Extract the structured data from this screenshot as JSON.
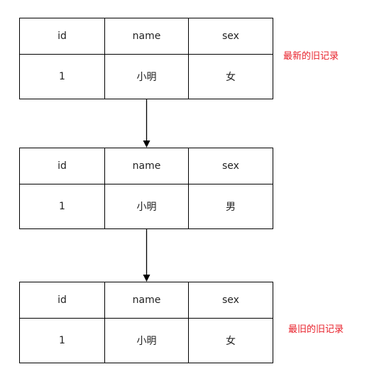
{
  "colors": {
    "label": "#e8202a",
    "border": "#000000",
    "text": "#222222"
  },
  "tables": [
    {
      "header": [
        "id",
        "name",
        "sex"
      ],
      "row": [
        "1",
        "小明",
        "女"
      ]
    },
    {
      "header": [
        "id",
        "name",
        "sex"
      ],
      "row": [
        "1",
        "小明",
        "男"
      ]
    },
    {
      "header": [
        "id",
        "name",
        "sex"
      ],
      "row": [
        "1",
        "小明",
        "女"
      ]
    }
  ],
  "labels": {
    "newest": "最新的旧记录",
    "oldest": "最旧的旧记录"
  }
}
